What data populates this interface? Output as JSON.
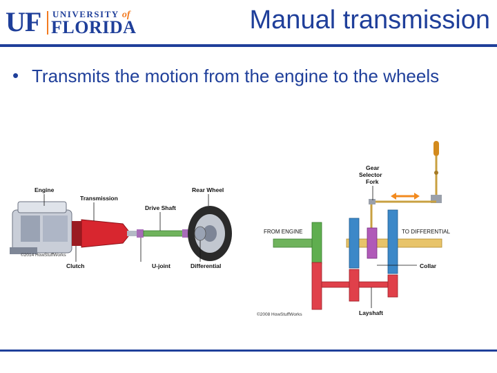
{
  "header": {
    "logo": {
      "uf": "UF",
      "university": "UNIVERSITY",
      "of": "of",
      "florida": "FLORIDA"
    },
    "title": "Manual transmission"
  },
  "content": {
    "bullet": "Transmits the motion from the engine to the wheels"
  },
  "drivetrain_figure": {
    "labels": {
      "engine": "Engine",
      "transmission": "Transmission",
      "drive_shaft": "Drive Shaft",
      "rear_wheel": "Rear Wheel",
      "clutch": "Clutch",
      "u_joint": "U-joint",
      "differential": "Differential"
    },
    "copyright": "©2014 HowStuffWorks"
  },
  "gearbox_figure": {
    "labels": {
      "gear_selector_fork": [
        "Gear",
        "Selector",
        "Fork"
      ],
      "from_engine": "FROM ENGINE",
      "to_differential": "TO DIFFERENTIAL",
      "collar": "Collar",
      "layshaft": "Layshaft"
    },
    "copyright": "©2008 HowStuffWorks"
  },
  "colors": {
    "brand_blue": "#1f3f9a",
    "brand_orange": "#f27a1f",
    "gear_green": "#5fae4f",
    "gear_blue": "#3c88c8",
    "gear_red": "#e0404a",
    "collar_purple": "#b05ab8",
    "output_shaft": "#e8c46a"
  }
}
